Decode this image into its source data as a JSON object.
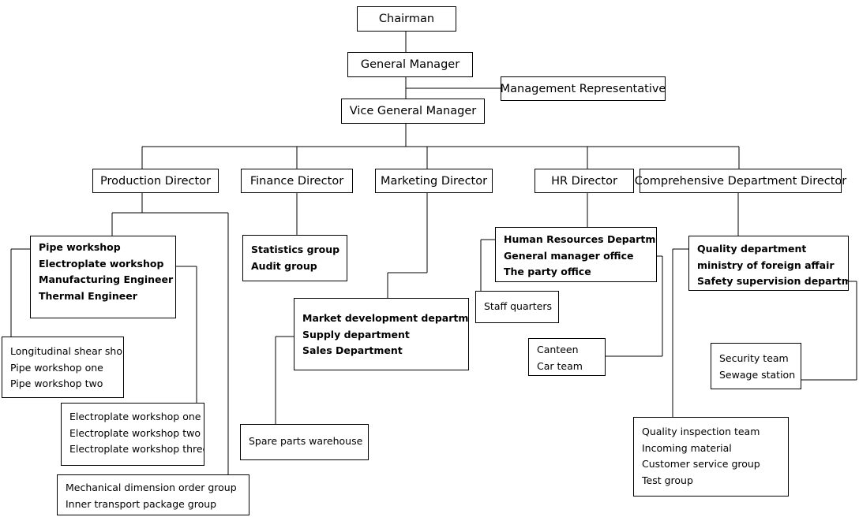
{
  "top": {
    "chairman": "Chairman",
    "general_manager": "General Manager",
    "management_representative": "Management Representative",
    "vice_general_manager": "Vice General Manager"
  },
  "directors": {
    "production": "Production Director",
    "finance": "Finance Director",
    "marketing": "Marketing Director",
    "hr": "HR Director",
    "comprehensive": "Comprehensive Department Director"
  },
  "production": {
    "units": [
      "Pipe workshop",
      "Electroplate workshop",
      "Manufacturing Engineer",
      "Thermal Engineer"
    ],
    "pipe_sub": [
      "Longitudinal shear shop",
      "Pipe workshop one",
      "Pipe workshop two"
    ],
    "electroplate_sub": [
      "Electroplate workshop one",
      "Electroplate workshop two",
      "Electroplate workshop three"
    ],
    "mechanical_sub": [
      "Mechanical dimension  order group",
      "Inner transport package group"
    ]
  },
  "finance": {
    "units": [
      "Statistics group",
      "Audit group"
    ]
  },
  "marketing": {
    "units": [
      "Market development department",
      "Supply department",
      "Sales Department"
    ],
    "supply_sub": [
      "Spare parts warehouse"
    ]
  },
  "hr": {
    "units": [
      "Human Resources Department",
      "General manager office",
      "The party office"
    ],
    "hr_sub": [
      "Staff quarters"
    ],
    "office_sub": [
      "Canteen",
      "Car team"
    ]
  },
  "comprehensive": {
    "units": [
      "Quality department",
      "ministry of foreign affair",
      "Safety supervision department"
    ],
    "safety_sub": [
      "Security team",
      "Sewage station"
    ],
    "quality_sub": [
      "Quality inspection team",
      "Incoming material",
      "Customer service group",
      "Test group"
    ]
  }
}
